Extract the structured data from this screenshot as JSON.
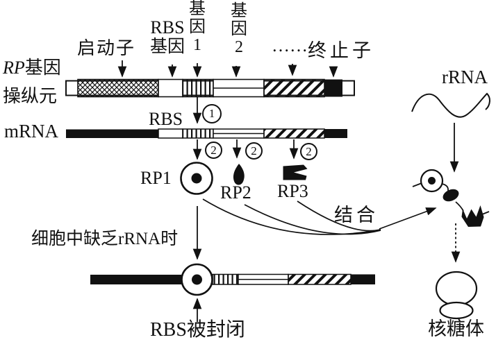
{
  "colors": {
    "ink": "#111111",
    "bg": "#ffffff"
  },
  "operon": {
    "name_rp": "RP",
    "name_rest": "基因",
    "name_line2": "操纵元"
  },
  "tracks": {
    "mrna": "mRNA"
  },
  "top_labels": {
    "promoter": "启动子",
    "rbs_line1": "RBS",
    "rbs_line2": "基因",
    "gene1": {
      "c1": "基",
      "c2": "因",
      "c3": "1"
    },
    "gene2": {
      "c1": "基",
      "c2": "因",
      "c3": "2"
    },
    "dots": "……",
    "terminator": "终止子"
  },
  "mrna_section": {
    "rbs": "RBS"
  },
  "steps": {
    "transcription": "1",
    "translation": "2"
  },
  "proteins": {
    "rp1": "RP1",
    "rp2": "RP2",
    "rp3": "RP3"
  },
  "right_section": {
    "rrna": "rRNA",
    "bind": "结合",
    "ribosome": "核糖体"
  },
  "bottom_section": {
    "condition": "细胞中缺乏rRNA时",
    "rbs_blocked": "RBS被封闭"
  }
}
